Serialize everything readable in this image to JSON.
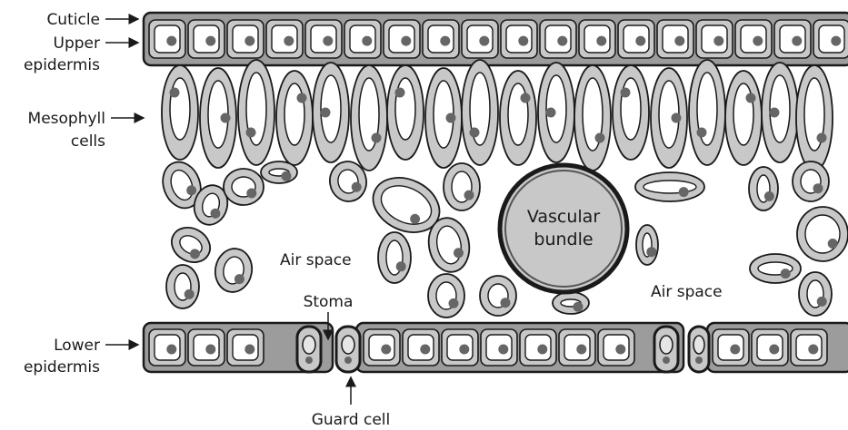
{
  "labels": {
    "cuticle": "Cuticle",
    "upper_epidermis_1": "Upper",
    "upper_epidermis_2": "epidermis",
    "mesophyll_1": "Mesophyll",
    "mesophyll_2": "cells",
    "lower_epidermis_1": "Lower",
    "lower_epidermis_2": "epidermis",
    "stoma": "Stoma",
    "guard_cell": "Guard cell",
    "air_space_left": "Air space",
    "air_space_right": "Air space",
    "vascular_1": "Vascular",
    "vascular_2": "bundle"
  },
  "colors": {
    "outline": "#1a1a1a",
    "cell_fill": "#c8c8c8",
    "cytoplasm": "#e6e6e6",
    "vacuole": "#ffffff",
    "nucleus": "#666666",
    "cuticle_band": "#9c9c9c"
  }
}
